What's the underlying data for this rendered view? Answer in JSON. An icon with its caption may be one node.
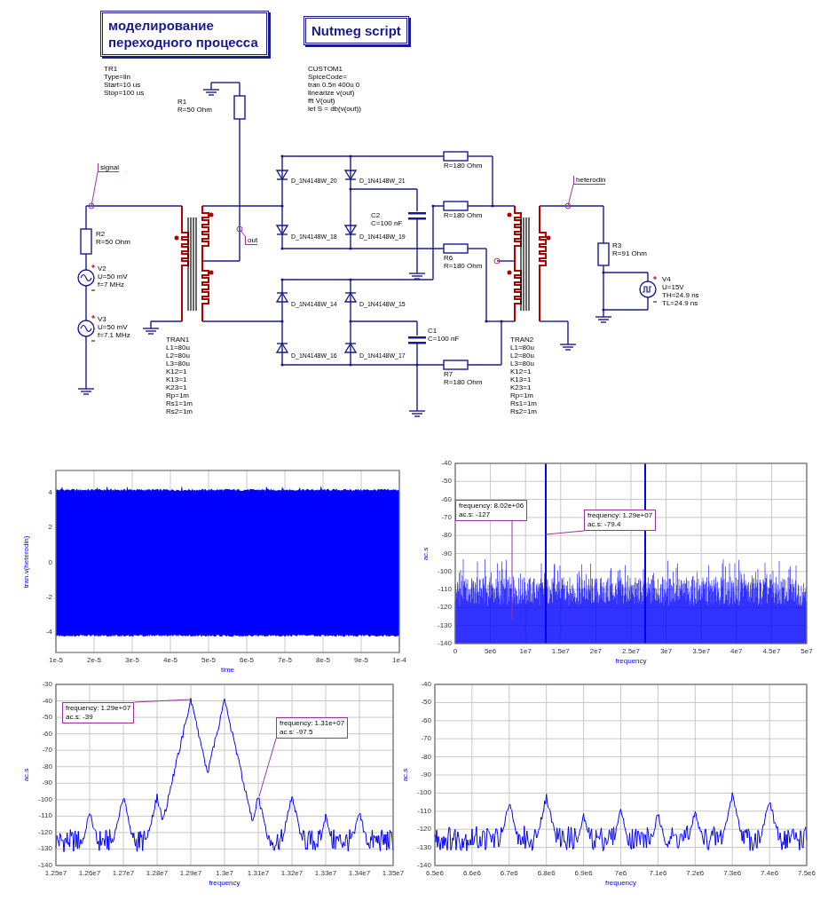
{
  "diagram": {
    "nodes": [
      {
        "text": [
          "моделирование переходного процесса"
        ]
      },
      {
        "text": [
          "Nutmeg script"
        ]
      },
      {
        "text": [
          "signal"
        ]
      },
      {
        "text": [
          "out"
        ]
      },
      {
        "text": [
          "heterodin"
        ]
      },
      {
        "text": [
          "frequency: 8.02e+06",
          "ac.s: -127"
        ]
      },
      {
        "text": [
          "frequency: 1.29e+07",
          "ac.s: -79.4"
        ]
      },
      {
        "text": [
          "frequency: 1.29e+07",
          "ac.s: -39"
        ]
      },
      {
        "text": [
          "frequency: 1.31e+07",
          "ac.s: -97.5"
        ]
      }
    ],
    "edges": [
      {
        "from": 2,
        "to": null,
        "arrow": "other"
      },
      {
        "from": 3,
        "to": null,
        "arrow": "other"
      },
      {
        "from": 4,
        "to": null,
        "arrow": "other"
      },
      {
        "from": 5,
        "to": null,
        "arrow": "none"
      },
      {
        "from": 6,
        "to": null,
        "arrow": "none"
      },
      {
        "from": 7,
        "to": null,
        "arrow": "none"
      },
      {
        "from": 8,
        "to": null,
        "arrow": "none"
      }
    ],
    "labels": [
      "TR1",
      "Type=lin",
      "Start=10 us",
      "Stop=100 us",
      "CUSTOM1",
      "SpiceCode=",
      "tran 0.5n 400u 0",
      "linearize v(out)",
      "fft V(out)",
      "let S = db(v(out))",
      "R1",
      "R=50 Ohm",
      "D_1N4148W_20",
      "D_1N4148W_21",
      "R=180 Ohm",
      "C2",
      "C=100 nF",
      "R=180 Ohm",
      "D_1N4148W_18",
      "D_1N4148W_19",
      "R2",
      "R=50 Ohm",
      "R6",
      "R=180 Ohm",
      "V2",
      "U=50 mV",
      "f=7 MHz",
      "D_1N4148W_14",
      "D_1N4148W_15",
      "V3",
      "U=50 mV",
      "f=7.1 MHz",
      "C1",
      "C=100 nF",
      "D_1N4148W_16",
      "D_1N4148W_17",
      "R3",
      "R=91 Ohm",
      "V4",
      "U=15V",
      "TH=24.9 ns",
      "TL=24.9 ns",
      "TRAN1",
      "L1=80u",
      "L2=80u",
      "L3=80u",
      "K12=1",
      "K13=1",
      "K23=1",
      "Rp=1m",
      "Rs1=1m",
      "Rs2=1m",
      "TRAN2",
      "L1=80u",
      "L2=80u",
      "L3=80u",
      "K12=1",
      "K13=1",
      "K23=1",
      "Rp=1m",
      "Rs1=1m",
      "Rs2=1m",
      "R7",
      "R=180 Ohm",
      "4",
      "2",
      "0",
      "-2",
      "-4",
      "1e-5",
      "2e-5",
      "3e-5",
      "4e-5",
      "5e-5",
      "6e-5",
      "7e-5",
      "8e-5",
      "9e-5",
      "1e-4",
      "time",
      "tran.v(heterodin)",
      "-40",
      "-50",
      "-60",
      "-70",
      "-80",
      "-90",
      "-100",
      "-110",
      "-120",
      "-130",
      "-140",
      "0",
      "5e6",
      "1e7",
      "1.5e7",
      "2e7",
      "2.5e7",
      "3e7",
      "3.5e7",
      "4e7",
      "4.5e7",
      "5e7",
      "frequency",
      "ac.s",
      "-30",
      "-40",
      "-50",
      "-60",
      "-70",
      "-80",
      "-90",
      "-100",
      "-110",
      "-120",
      "-130",
      "-140",
      "1.25e7",
      "1.26e7",
      "1.27e7",
      "1.28e7",
      "1.29e7",
      "1.3e7",
      "1.31e7",
      "1.32e7",
      "1.33e7",
      "1.34e7",
      "1.35e7",
      "frequency",
      "ac.s",
      "-40",
      "-50",
      "-60",
      "-70",
      "-80",
      "-90",
      "-100",
      "-110",
      "-120",
      "-130",
      "-140",
      "6.5e6",
      "6.6e6",
      "6.7e6",
      "6.8e6",
      "6.9e6",
      "7e6",
      "7.1e6",
      "7.2e6",
      "7.3e6",
      "7.4e6",
      "7.5e6",
      "frequency",
      "ac.s"
    ]
  }
}
